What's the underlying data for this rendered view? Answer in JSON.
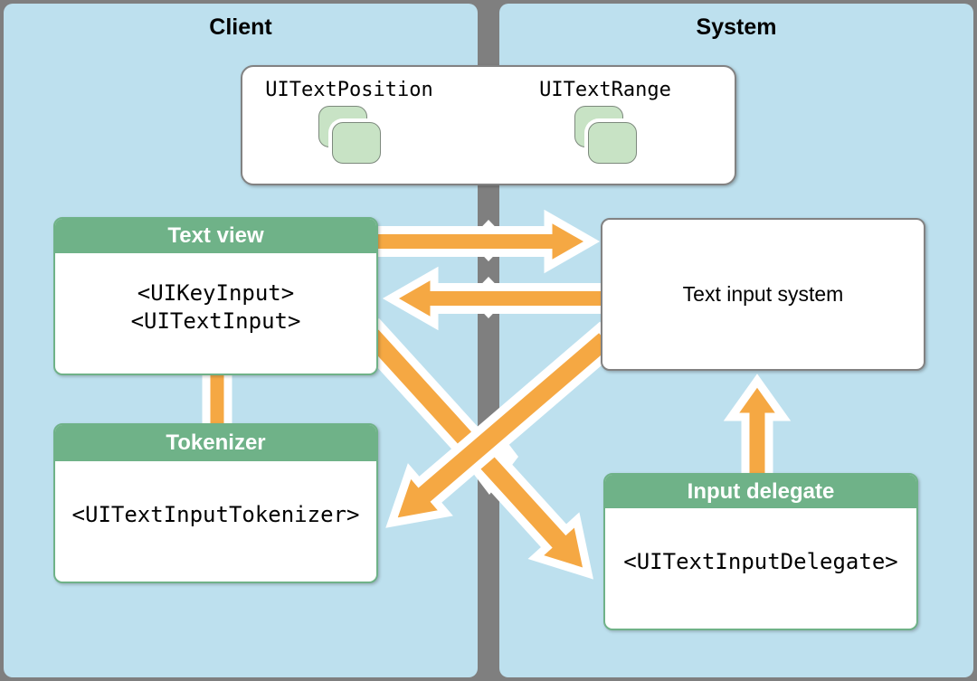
{
  "panels": {
    "client": {
      "title": "Client"
    },
    "system": {
      "title": "System"
    }
  },
  "top_box": {
    "items": [
      {
        "label": "UITextPosition",
        "icon": "stacked-rounded-squares-icon"
      },
      {
        "label": "UITextRange",
        "icon": "stacked-rounded-squares-icon"
      }
    ]
  },
  "boxes": {
    "text_view": {
      "title": "Text view",
      "lines": [
        "<UIKeyInput>",
        "<UITextInput>"
      ]
    },
    "tokenizer": {
      "title": "Tokenizer",
      "lines": [
        "<UITextInputTokenizer>"
      ]
    },
    "text_input_system": {
      "label": "Text input system"
    },
    "input_delegate": {
      "title": "Input delegate",
      "lines": [
        "<UITextInputDelegate>"
      ]
    }
  },
  "arrows": [
    {
      "name": "arrow-text-view-to-text-input-system",
      "from": "Text view",
      "to": "Text input system"
    },
    {
      "name": "arrow-text-input-system-to-text-view",
      "from": "Text input system",
      "to": "Text view"
    },
    {
      "name": "connector-text-view-to-tokenizer",
      "from": "Text view",
      "to": "Tokenizer"
    },
    {
      "name": "arrow-text-view-to-input-delegate",
      "from": "Text view",
      "to": "Input delegate"
    },
    {
      "name": "arrow-text-input-system-to-tokenizer",
      "from": "Text input system",
      "to": "Tokenizer"
    },
    {
      "name": "arrow-input-delegate-to-text-input-system",
      "from": "Input delegate",
      "to": "Text input system"
    }
  ],
  "divider_markers": [
    {
      "name": "divider-crossing-diamond"
    },
    {
      "name": "divider-crossing-diamond"
    },
    {
      "name": "divider-crossing-diamond"
    }
  ],
  "colors": {
    "background_gray": "#7F7F7F",
    "panel_blue": "#BDE0EE",
    "box_green": "#6FB288",
    "icon_green": "#C8E3C5",
    "icon_border": "#7D897D",
    "arrow_orange": "#F5A843",
    "arrow_outline": "#FFFFFF",
    "border_gray": "#828282"
  }
}
